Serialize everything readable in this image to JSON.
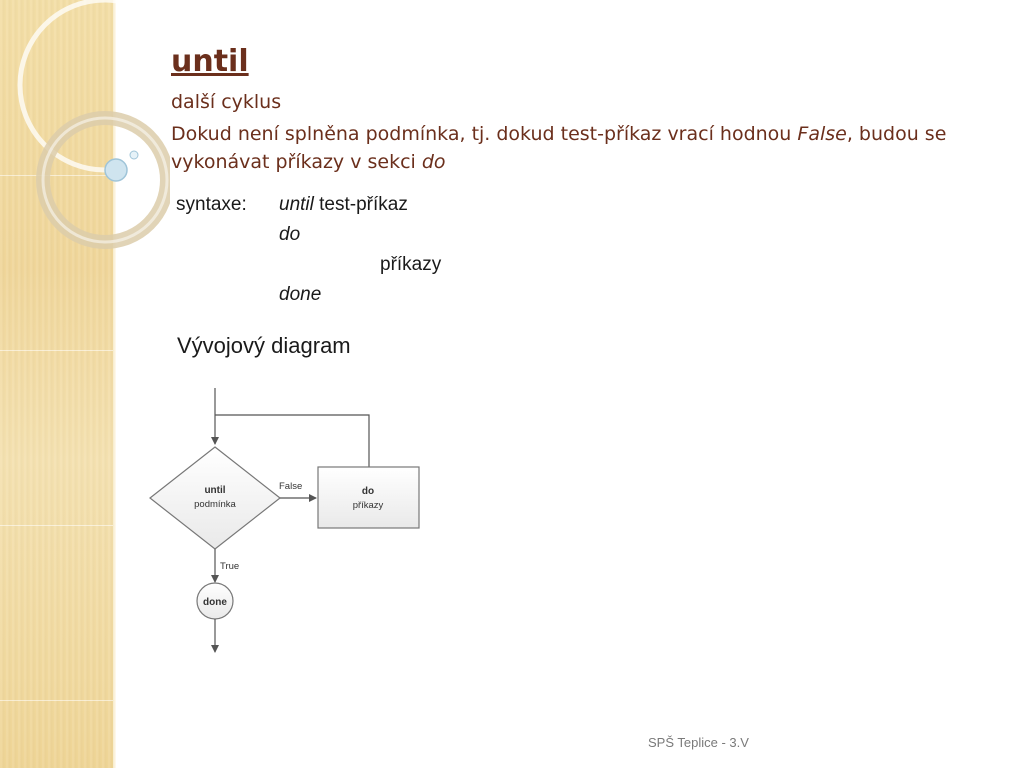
{
  "slide": {
    "title": "until",
    "subtitle": "další cyklus",
    "description": {
      "part1": "Dokud není splněna podmínka, tj. dokud test-příkaz vrací hodnou ",
      "em1": "False",
      "part2": ", budou se vykonávat příkazy v sekci ",
      "em2": "do"
    },
    "syntax": {
      "label": "syntaxe:",
      "line1_keyword": "until",
      "line1_rest": " test-příkaz",
      "line2": "do",
      "line3": "příkazy",
      "line4": "done"
    },
    "diagram_heading": "Vývojový diagram",
    "flowchart": {
      "decision_title": "until",
      "decision_text": "podmínka",
      "false_label": "False",
      "process_title": "do",
      "process_text": "příkazy",
      "true_label": "True",
      "end_label": "done"
    },
    "footer": "SPŠ Teplice - 3.V"
  },
  "colors": {
    "title_text": "#6b2f1c",
    "side_panel": "#f0d69a",
    "flow_stroke": "#555555"
  }
}
